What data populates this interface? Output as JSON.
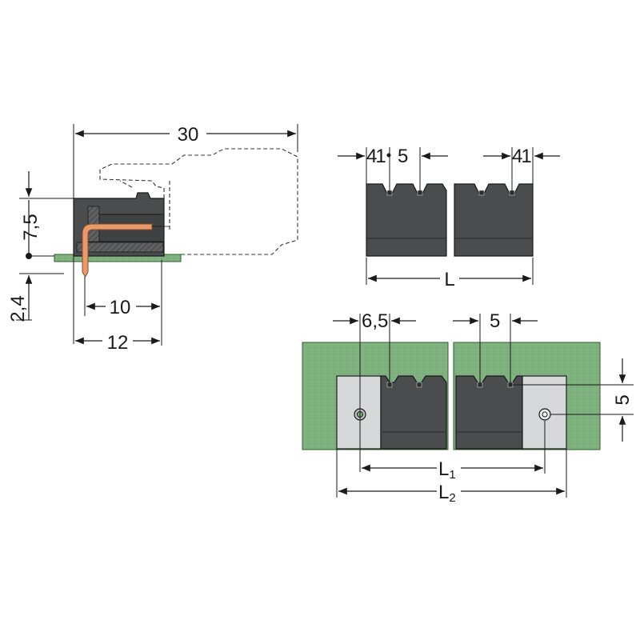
{
  "side_view": {
    "dim_width_total": "30",
    "dim_height": "7,5",
    "dim_pin_below": "2,4",
    "dim_pin_offset": "10",
    "dim_body_depth": "12"
  },
  "top_view": {
    "dim_left_offset": "4",
    "dim_left_offset_frac": "1",
    "dim_pitch": "5",
    "dim_right_offset": "4",
    "dim_right_offset_frac": "1",
    "dim_length": "L"
  },
  "flange_view": {
    "dim_flange_offset": "6,5",
    "dim_pitch": "5",
    "dim_hole_vertical": "5",
    "dim_l1": "L",
    "dim_l1_sub": "1",
    "dim_l2": "L",
    "dim_l2_sub": "2"
  },
  "colors": {
    "housing": "#4a4c4e",
    "pcb": "#7fb27f",
    "flange": "#d6d8da",
    "pin": "#e89a6a"
  }
}
